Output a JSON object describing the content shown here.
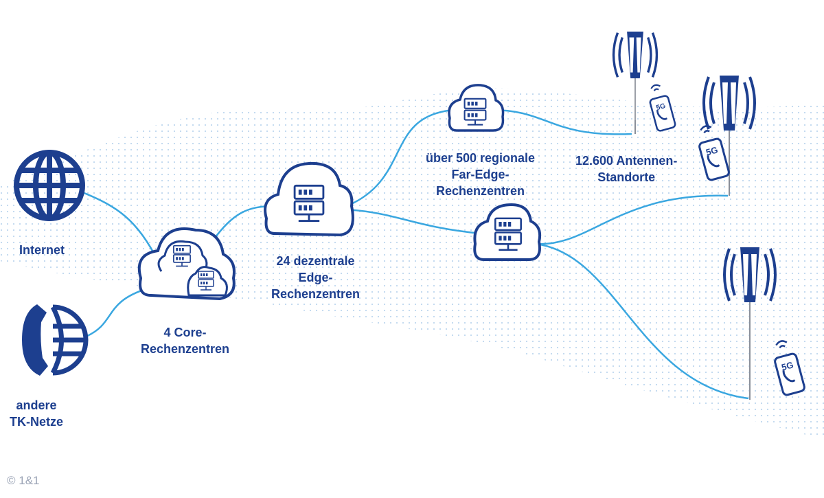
{
  "labels": {
    "internet": "Internet",
    "other_networks": [
      "andere",
      "TK-Netze"
    ],
    "core": [
      "4 Core-",
      "Rechenzentren"
    ],
    "edge": [
      "24 dezentrale",
      "Edge-",
      "Rechenzentren"
    ],
    "far_edge": [
      "über 500 regionale",
      "Far-Edge-",
      "Rechenzentren"
    ],
    "antennas": [
      "12.600 Antennen-",
      "Standorte"
    ]
  },
  "badges": {
    "fiveg": "5G"
  },
  "copyright": "© 1&1",
  "colors": {
    "primary": "#1d3f8f",
    "link": "#3aa7e0",
    "dots": "#b7d2ec"
  },
  "icons": [
    "globe-icon",
    "phone-globe-icon",
    "cloud-server-icon",
    "antenna-icon",
    "smartphone-5g-icon"
  ]
}
